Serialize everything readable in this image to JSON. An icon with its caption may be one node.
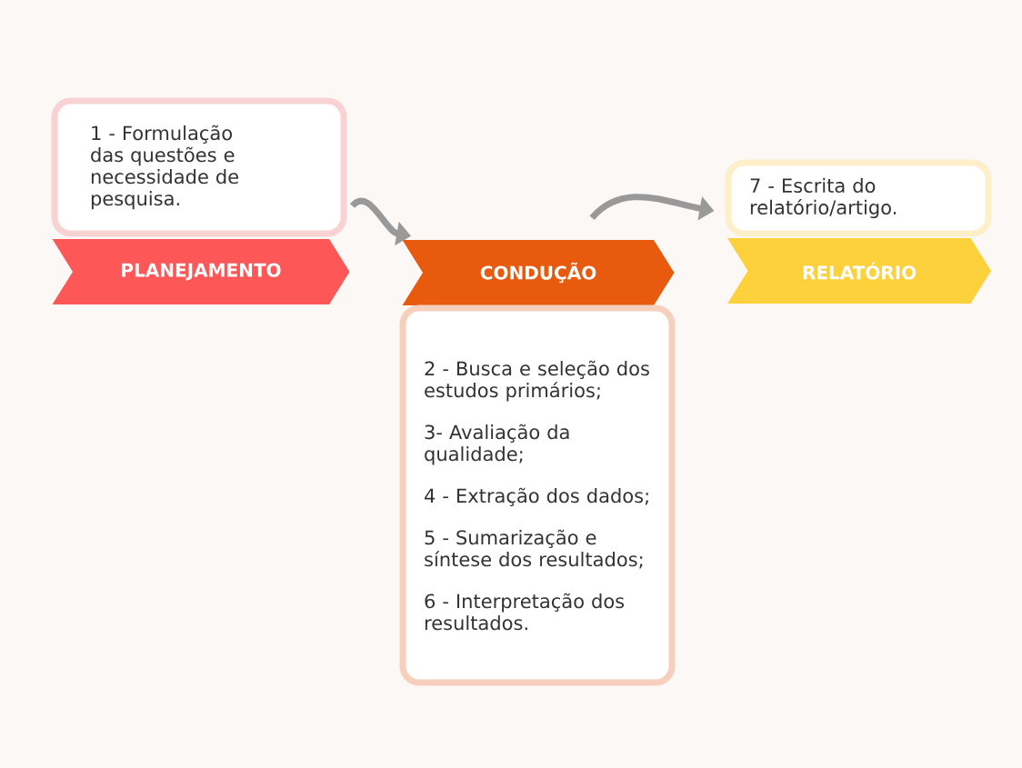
{
  "diagram": {
    "nodes": [
      {
        "text": [
          "1 - Formulação das questões e necessidade de pesquisa."
        ]
      },
      {
        "text": [
          "PLANEJAMENTO"
        ]
      },
      {
        "text": [
          "CONDUÇÃO"
        ]
      },
      {
        "text": [
          "2 - Busca e seleção dos estudos primários;",
          "3- Avaliação da qualidade;",
          "4 - Extração dos dados;",
          "5 - Sumarização e síntese dos resultados;",
          "6 - Interpretação dos resultados."
        ]
      },
      {
        "text": [
          "7 - Escrita do relatório/artigo."
        ]
      },
      {
        "text": [
          "RELATÓRIO"
        ]
      }
    ],
    "edges": [
      {
        "from": 0,
        "to": 2,
        "arrow": "to"
      },
      {
        "from": 2,
        "to": 4,
        "arrow": "to"
      }
    ]
  }
}
